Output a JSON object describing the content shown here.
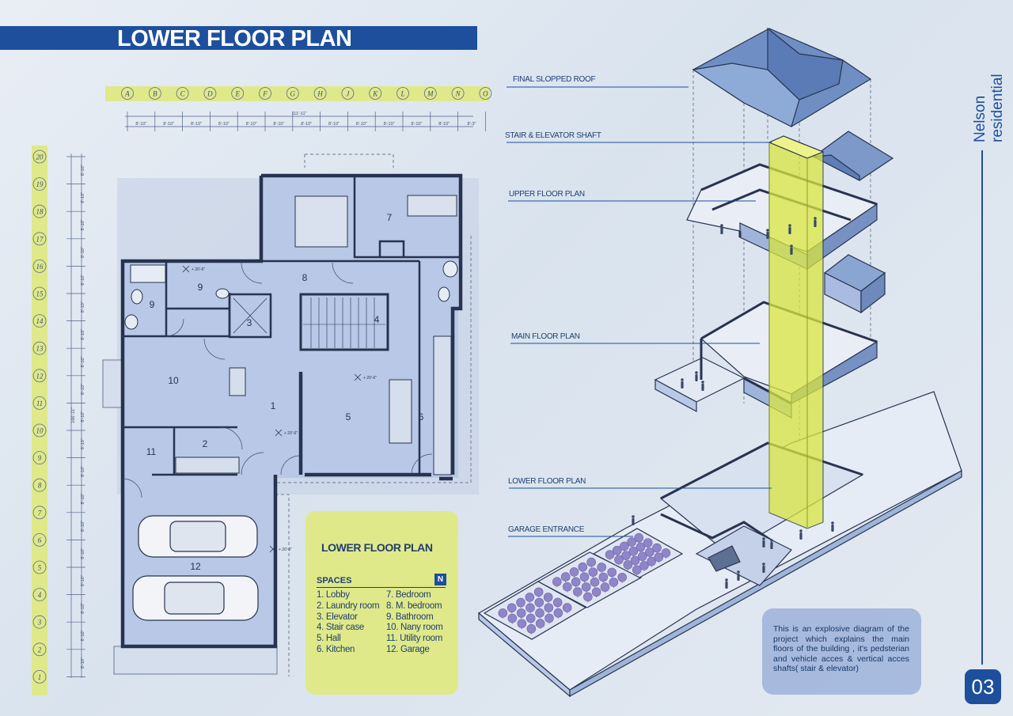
{
  "header": {
    "title": "LOWER FLOOR PLAN"
  },
  "side": {
    "project": "Nelson residential",
    "page_number": "03"
  },
  "grid": {
    "columns": [
      "A",
      "B",
      "C",
      "D",
      "E",
      "F",
      "G",
      "H",
      "J",
      "K",
      "L",
      "M",
      "N",
      "O"
    ],
    "rows": [
      "20",
      "19",
      "18",
      "17",
      "16",
      "15",
      "14",
      "13",
      "12",
      "11",
      "10",
      "9",
      "8",
      "7",
      "6",
      "5",
      "4",
      "3",
      "2",
      "1"
    ],
    "overall_width": "111'-11\"",
    "overall_height": "166'-11\"",
    "bay": "8'-10\"",
    "last_bay": "8'-3\""
  },
  "plan": {
    "rooms": [
      {
        "num": "1"
      },
      {
        "num": "2"
      },
      {
        "num": "3"
      },
      {
        "num": "4"
      },
      {
        "num": "5"
      },
      {
        "num": "6"
      },
      {
        "num": "7"
      },
      {
        "num": "8"
      },
      {
        "num": "9"
      },
      {
        "num": "9"
      },
      {
        "num": "10"
      },
      {
        "num": "11"
      },
      {
        "num": "12"
      }
    ],
    "levels": [
      "+ 20'-6\"",
      "+ 20'-6\"",
      "+ 20'-6\"",
      "+ 20'-6\""
    ]
  },
  "legend": {
    "title": "LOWER FLOOR PLAN",
    "spaces_heading": "SPACES",
    "north": "N",
    "col1": [
      "1. Lobby",
      "2. Laundry room",
      "3. Elevator",
      "4. Stair case",
      "5. Hall",
      "6. Kitchen"
    ],
    "col2": [
      "7. Bedroom",
      "8. M. bedroom",
      "9. Bathroom",
      "10. Nany room",
      "11. Utility room",
      "12. Garage"
    ]
  },
  "diagram": {
    "labels": {
      "roof": "FINAL SLOPPED ROOF",
      "shaft": "STAIR & ELEVATOR SHAFT",
      "upper": "UPPER FLOOR PLAN",
      "main": "MAIN FLOOR PLAN",
      "lower": "LOWER FLOOR PLAN",
      "garage": "GARAGE ENTRANCE"
    },
    "note": "This is an explosive diagram of the project which explains the main floors of the building , it's pedsterian and vehicle acces & vertical acces shafts( stair & elevator)"
  },
  "colors": {
    "brand": "#1d4f9c",
    "grid_band": "#dfe98a",
    "shaft": "#d9e640",
    "floor": "#b8c8e6"
  }
}
